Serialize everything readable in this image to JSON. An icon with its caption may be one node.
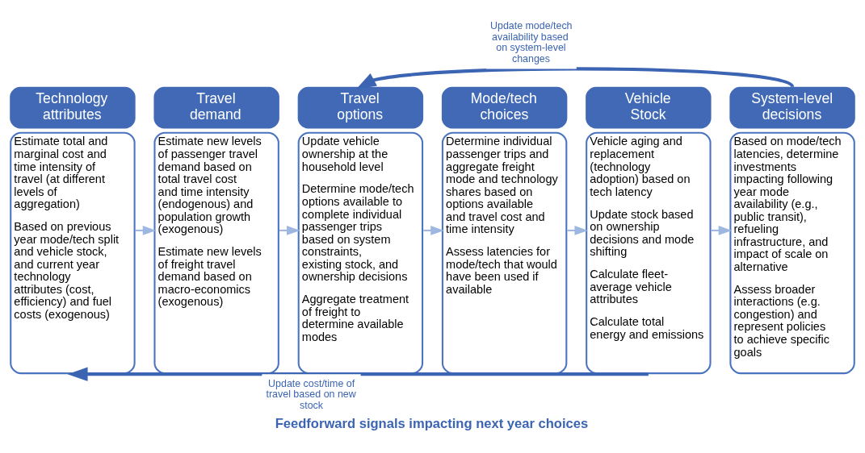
{
  "diagram": {
    "caption": "Feedforward signals impacting next year choices",
    "nodes": [
      {
        "text": [
          "Technology attributes",
          "Estimate total and marginal cost and time intensity of travel (at different levels of aggregation)",
          "Based on previous year mode/tech split and vehicle stock, and current year technology attributes (cost, efficiency) and fuel costs (exogenous)"
        ]
      },
      {
        "text": [
          "Travel demand",
          "Estimate new levels of passenger travel demand based on total travel cost and time intensity (endogenous) and population growth (exogenous)",
          "Estimate new levels of freight travel demand based on macro-economics (exogenous)"
        ]
      },
      {
        "text": [
          "Travel options",
          "Update vehicle ownership at the household level",
          "Determine mode/tech options available to complete individual passenger trips based on system constraints, existing stock, and ownership decisions",
          "Aggregate treatment of freight to determine available modes"
        ]
      },
      {
        "text": [
          "Mode/tech choices",
          "Determine individual passenger trips and aggregate freight mode and technology shares based on options available and travel cost and time intensity",
          "Assess latencies for mode/tech that would have been used if available"
        ]
      },
      {
        "text": [
          "Vehicle Stock",
          "Vehicle aging and replacement (technology adoption) based on tech latency",
          "Update stock based on ownership decisions and mode shifting",
          "Calculate fleet-average vehicle attributes",
          "Calculate total energy and emissions"
        ]
      },
      {
        "text": [
          "System-level decisions",
          "Based on mode/tech latencies, determine investments impacting following year mode availability (e.g., public transit), refueling infrastructure, and impact of scale on alternative",
          "Assess broader interactions (e.g. congestion) and represent policies to achieve specific goals"
        ]
      }
    ],
    "edges": [
      {
        "from": 0,
        "to": 1,
        "arrow": "to"
      },
      {
        "from": 1,
        "to": 2,
        "arrow": "to"
      },
      {
        "from": 2,
        "to": 3,
        "arrow": "to"
      },
      {
        "from": 3,
        "to": 4,
        "arrow": "to"
      },
      {
        "from": 4,
        "to": 5,
        "arrow": "to"
      },
      {
        "from": 4,
        "to": 0,
        "arrow": "to",
        "label": "Update cost/time of travel based on new stock",
        "style": "thick",
        "color": "#3b64b3"
      },
      {
        "from": 5,
        "to": 2,
        "arrow": "to",
        "label": "Update mode/tech availability based on system-level changes",
        "style": "thick",
        "color": "#3b64b3"
      }
    ]
  }
}
